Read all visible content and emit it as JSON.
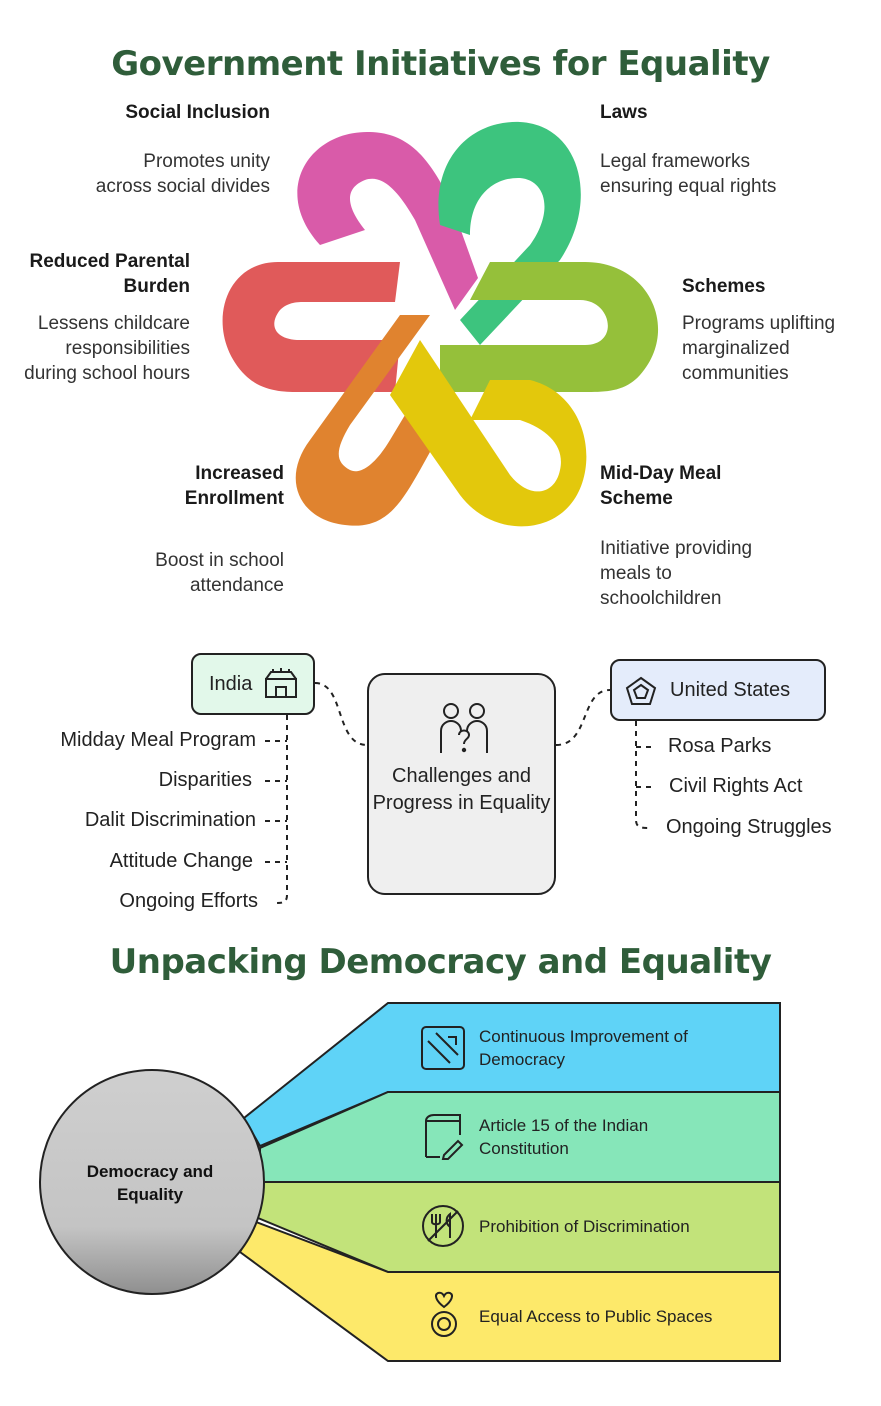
{
  "section1": {
    "title": "Government Initiatives for Equality",
    "items": [
      {
        "title": "Social Inclusion",
        "desc": "Promotes unity across social divides",
        "color": "#d95ba9"
      },
      {
        "title": "Laws",
        "desc": "Legal frameworks ensuring equal rights",
        "color": "#3dc47e"
      },
      {
        "title": "Reduced Parental Burden",
        "desc": "Lessens childcare responsibilities during school hours",
        "color": "#e05a5a"
      },
      {
        "title": "Schemes",
        "desc": "Programs uplifting marginalized communities",
        "color": "#95c03a"
      },
      {
        "title": "Increased Enrollment",
        "desc": "Boost in school attendance",
        "color": "#e0832f"
      },
      {
        "title": "Mid-Day Meal Scheme",
        "desc": "Initiative providing meals to schoolchildren",
        "color": "#e3c80c"
      }
    ]
  },
  "section2": {
    "center": "Challenges and Progress in Equality",
    "left": {
      "label": "India",
      "items": [
        "Midday Meal Program",
        "Disparities",
        "Dalit Discrimination",
        "Attitude Change",
        "Ongoing Efforts"
      ]
    },
    "right": {
      "label": "United States",
      "items": [
        "Rosa Parks",
        "Civil Rights Act",
        "Ongoing Struggles"
      ]
    }
  },
  "section3": {
    "title": "Unpacking Democracy and Equality",
    "center": "Democracy and Equality",
    "bands": [
      {
        "label": "Continuous Improvement of Democracy",
        "color": "#5fd3f7",
        "icon": "improvement-icon"
      },
      {
        "label": "Article 15 of the Indian Constitution",
        "color": "#86e6b9",
        "icon": "document-edit-icon"
      },
      {
        "label": "Prohibition of Discrimination",
        "color": "#c2e37a",
        "icon": "no-cutlery-icon"
      },
      {
        "label": "Equal Access to Public Spaces",
        "color": "#fde96a",
        "icon": "medal-icon"
      }
    ]
  }
}
